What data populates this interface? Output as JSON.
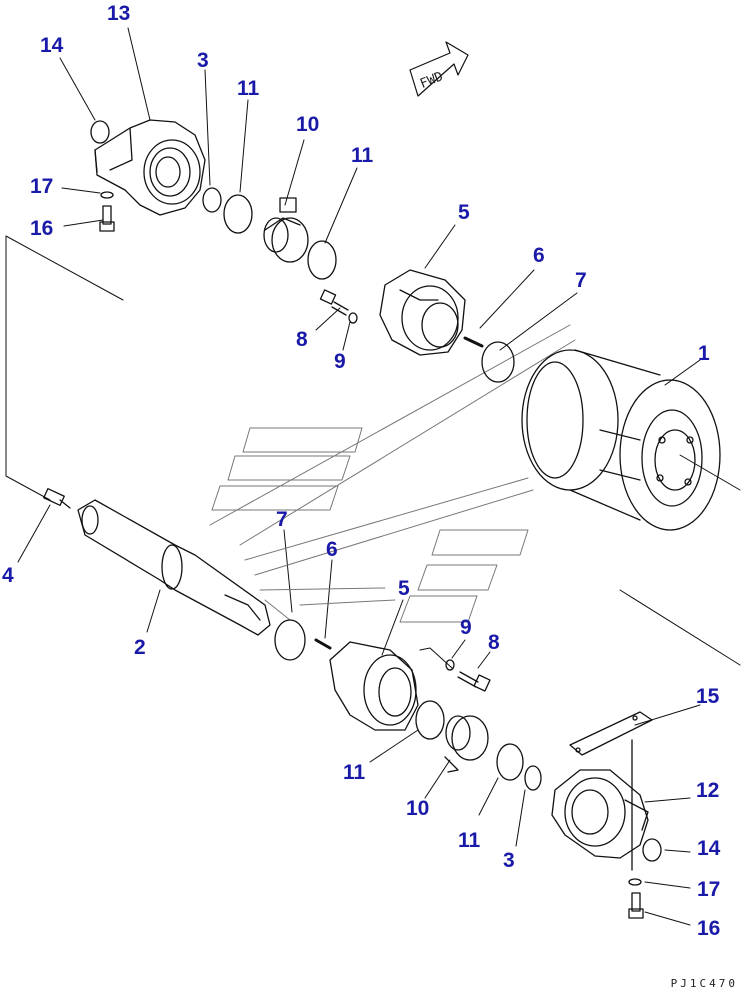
{
  "diagram": {
    "callouts": [
      {
        "id": "c13a",
        "text": "13"
      },
      {
        "id": "c14a",
        "text": "14"
      },
      {
        "id": "c3a",
        "text": "3"
      },
      {
        "id": "c11a",
        "text": "11"
      },
      {
        "id": "c10a",
        "text": "10"
      },
      {
        "id": "c11b",
        "text": "11"
      },
      {
        "id": "c17a",
        "text": "17"
      },
      {
        "id": "c16a",
        "text": "16"
      },
      {
        "id": "c5a",
        "text": "5"
      },
      {
        "id": "c6a",
        "text": "6"
      },
      {
        "id": "c7a",
        "text": "7"
      },
      {
        "id": "c1",
        "text": "1"
      },
      {
        "id": "c8a",
        "text": "8"
      },
      {
        "id": "c9a",
        "text": "9"
      },
      {
        "id": "c4",
        "text": "4"
      },
      {
        "id": "c7b",
        "text": "7"
      },
      {
        "id": "c6b",
        "text": "6"
      },
      {
        "id": "c5b",
        "text": "5"
      },
      {
        "id": "c9b",
        "text": "9"
      },
      {
        "id": "c8b",
        "text": "8"
      },
      {
        "id": "c2",
        "text": "2"
      },
      {
        "id": "c15",
        "text": "15"
      },
      {
        "id": "c12",
        "text": "12"
      },
      {
        "id": "c11c",
        "text": "11"
      },
      {
        "id": "c10b",
        "text": "10"
      },
      {
        "id": "c11d",
        "text": "11"
      },
      {
        "id": "c3b",
        "text": "3"
      },
      {
        "id": "c14b",
        "text": "14"
      },
      {
        "id": "c17b",
        "text": "17"
      },
      {
        "id": "c16b",
        "text": "16"
      }
    ],
    "fwd_label": "FWD",
    "drawing_code": "PJ1C470"
  }
}
